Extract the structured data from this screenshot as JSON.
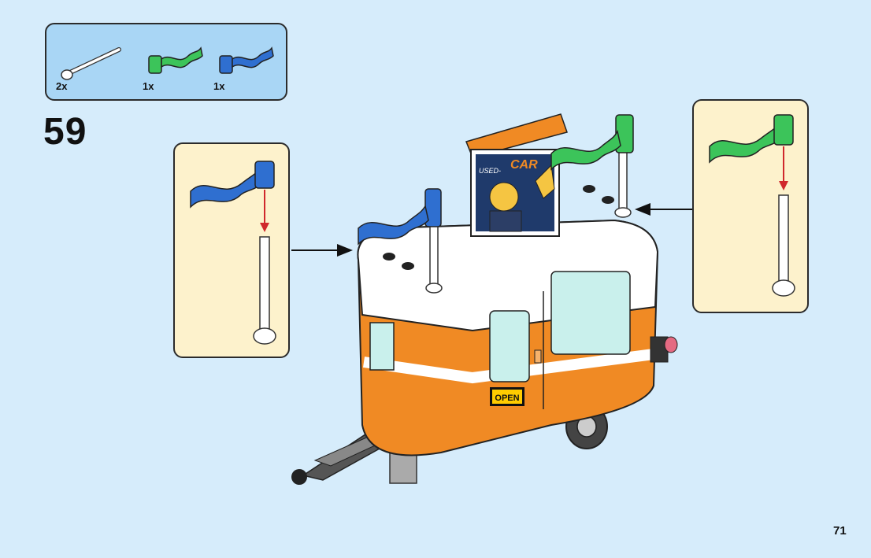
{
  "parts": [
    {
      "qty": "2x",
      "icon": "white-antenna-bar-icon",
      "color": "#ffffff"
    },
    {
      "qty": "1x",
      "icon": "green-flag-icon",
      "color": "#3cc45a"
    },
    {
      "qty": "1x",
      "icon": "blue-flag-icon",
      "color": "#2f6fd0"
    }
  ],
  "step_number": "59",
  "page_number": "71",
  "sign": {
    "top_text": "USED-",
    "main_text": "CAR"
  },
  "open_sign": "OPEN",
  "colors": {
    "background": "#d6ecfb",
    "parts_panel": "#a9d6f5",
    "callout": "#fdf2cc",
    "trailer_orange": "#f08a24",
    "arrow_red": "#d0282c"
  }
}
